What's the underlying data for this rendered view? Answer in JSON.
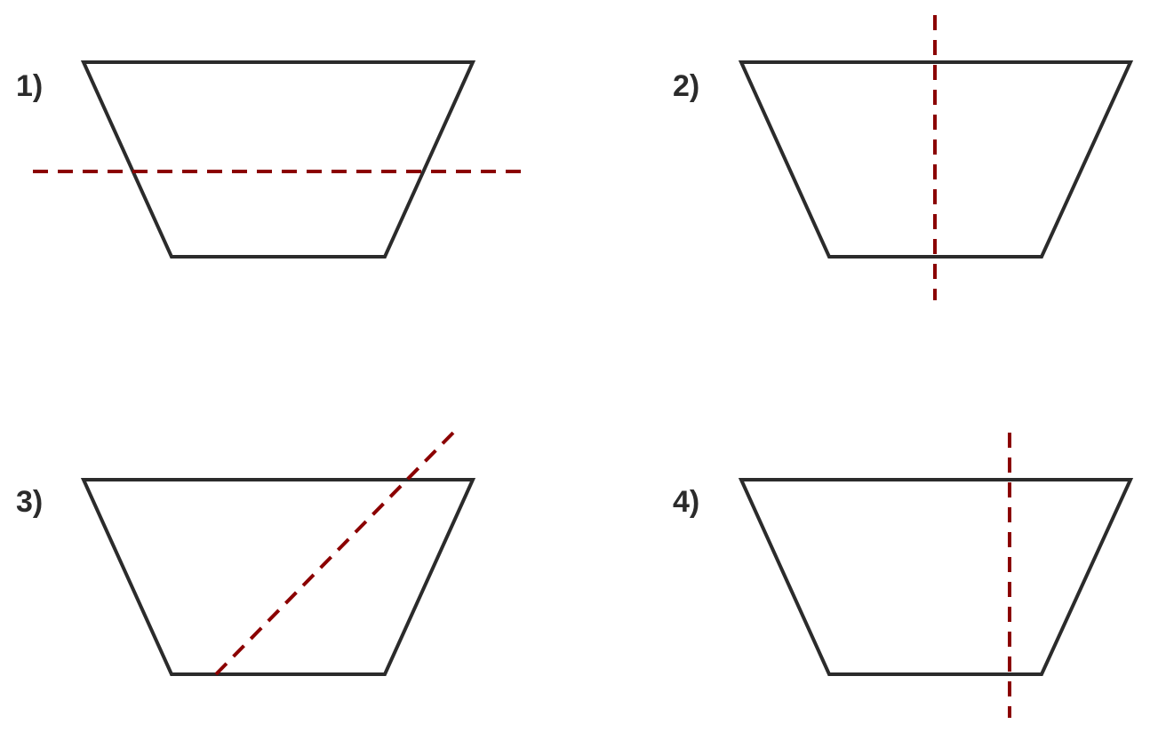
{
  "colors": {
    "shape_stroke": "#2b2b2b",
    "dashed_line": "#8b0000",
    "background": "#ffffff"
  },
  "panels": [
    {
      "label": "1)",
      "line": "horizontal"
    },
    {
      "label": "2)",
      "line": "vertical-center"
    },
    {
      "label": "3)",
      "line": "diagonal"
    },
    {
      "label": "4)",
      "line": "vertical-off-center"
    }
  ]
}
